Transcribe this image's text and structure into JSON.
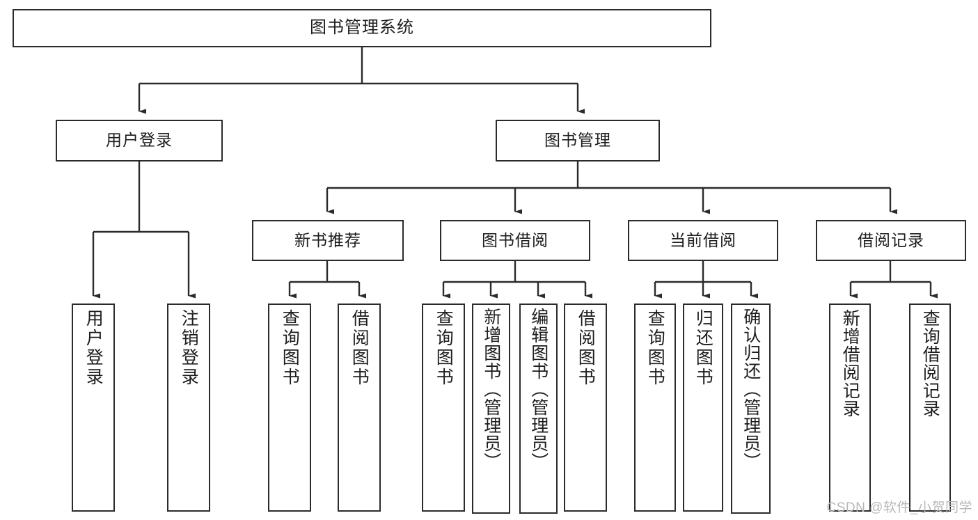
{
  "diagram": {
    "title": "图书管理系统",
    "watermark": "CSDN @软件_小贺同学",
    "line_color": "#2b2b2b",
    "box_border_color": "#2b2b2b",
    "background_color": "#ffffff",
    "text_color": "#1d1d1d"
  },
  "root": {
    "label": "图书管理系统"
  },
  "level2": [
    {
      "label": "用户登录"
    },
    {
      "label": "图书管理"
    }
  ],
  "level3": [
    {
      "label": "新书推荐"
    },
    {
      "label": "图书借阅"
    },
    {
      "label": "当前借阅"
    },
    {
      "label": "借阅记录"
    }
  ],
  "leaves": {
    "user_login": [
      {
        "label": "用户登录"
      },
      {
        "label": "注销登录"
      }
    ],
    "new_book_recommend": [
      {
        "label": "查询图书"
      },
      {
        "label": "借阅图书"
      }
    ],
    "book_borrow": [
      {
        "label": "查询图书"
      },
      {
        "label": "新增图书（管理员）"
      },
      {
        "label": "编辑图书（管理员）"
      },
      {
        "label": "借阅图书"
      }
    ],
    "current_borrow": [
      {
        "label": "查询图书"
      },
      {
        "label": "归还图书"
      },
      {
        "label": "确认归还（管理员）"
      }
    ],
    "borrow_record": [
      {
        "label": "新增借阅记录"
      },
      {
        "label": "查询借阅记录"
      }
    ]
  }
}
